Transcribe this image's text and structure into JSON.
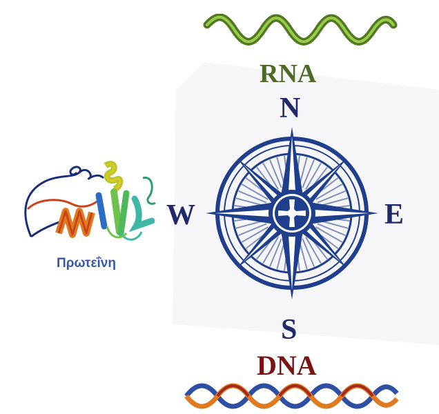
{
  "rna": {
    "label": "RNA",
    "color": "#4d6b26",
    "helix_color": "#6e9a2c"
  },
  "dna": {
    "label": "DNA",
    "color": "#7a1414",
    "strand_colors": [
      "#2f4fa3",
      "#e07a1f",
      "#a3291d"
    ]
  },
  "compass": {
    "north": "N",
    "south": "S",
    "east": "E",
    "west": "W",
    "color": "#1f3f8c"
  },
  "protein": {
    "caption": "Πρωτεΐνη",
    "ribbon_colors": [
      "#1a2f7a",
      "#2b6cc7",
      "#3fb7a8",
      "#6cc24a",
      "#d9c92a",
      "#e07a1f",
      "#c9431a"
    ]
  }
}
